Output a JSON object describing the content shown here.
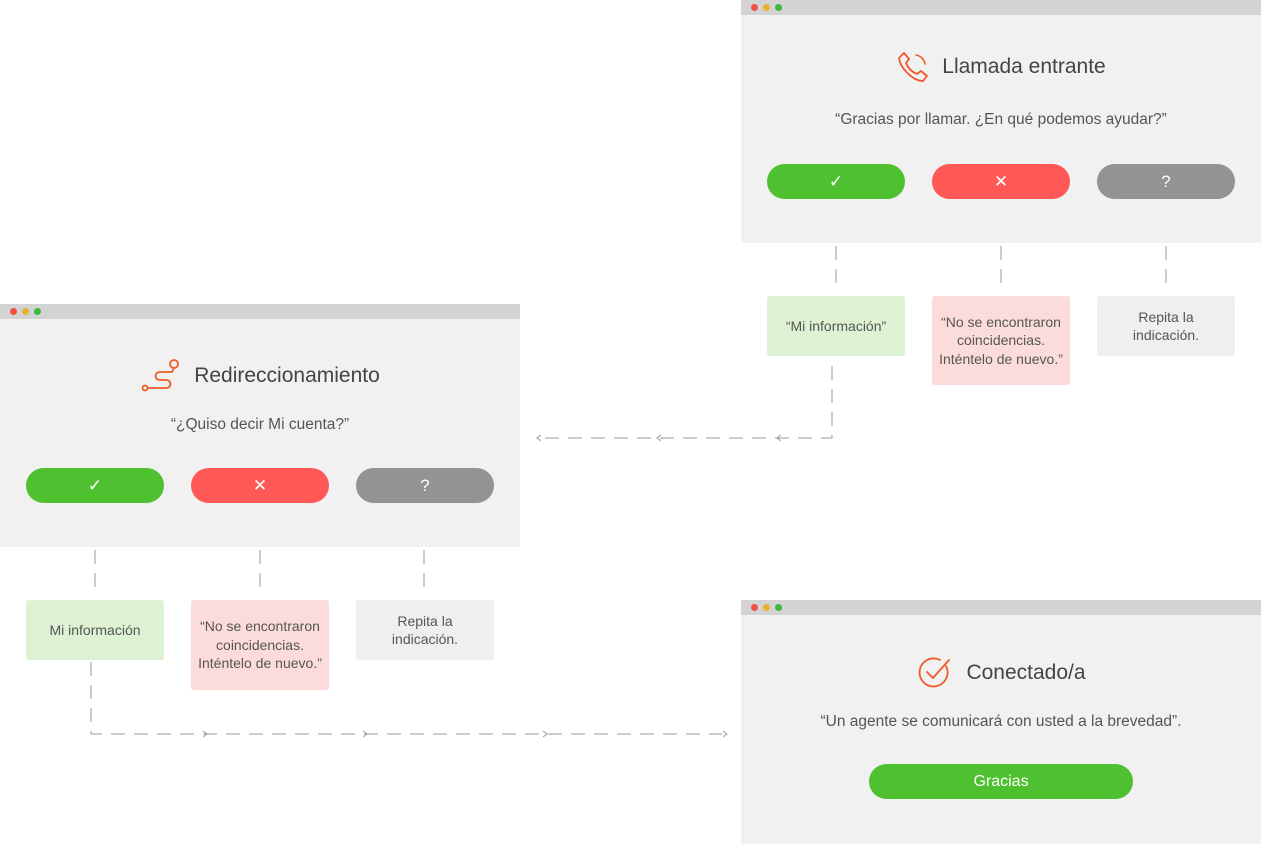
{
  "windows": {
    "incoming": {
      "title": "Llamada entrante",
      "icon": "phone-icon",
      "prompt": "“Gracias por llamar. ¿En qué podemos ayudar?”",
      "buttons": {
        "yes": "✓",
        "no": "✕",
        "unknown": "?"
      },
      "responses": {
        "yes": "“Mi información”",
        "no": "“No se encontraron coincidencias. Inténtelo de nuevo.”",
        "unknown": "Repita la indicación."
      }
    },
    "redirect": {
      "title": "Redireccionamiento",
      "icon": "route-icon",
      "prompt": "“¿Quiso decir Mi cuenta?”",
      "buttons": {
        "yes": "✓",
        "no": "✕",
        "unknown": "?"
      },
      "responses": {
        "yes": "Mi información",
        "no": "“No se encontraron coincidencias. Inténtelo de nuevo.”",
        "unknown": "Repita la indicación."
      }
    },
    "connected": {
      "title": "Conectado/a",
      "icon": "check-circle-icon",
      "prompt": "“Un agente se comunicará con usted a la brevedad”.",
      "button": "Gracias"
    }
  },
  "colors": {
    "accent": "#f05a28",
    "yes": "#4fc02f",
    "no": "#ff5857",
    "unknown": "#939396",
    "yes_bg": "#ddf2d3",
    "no_bg": "#fcdcdb",
    "neutral_bg": "#efefef",
    "window_bg": "#f1f1f1",
    "titlebar": "#d3d3d3"
  }
}
